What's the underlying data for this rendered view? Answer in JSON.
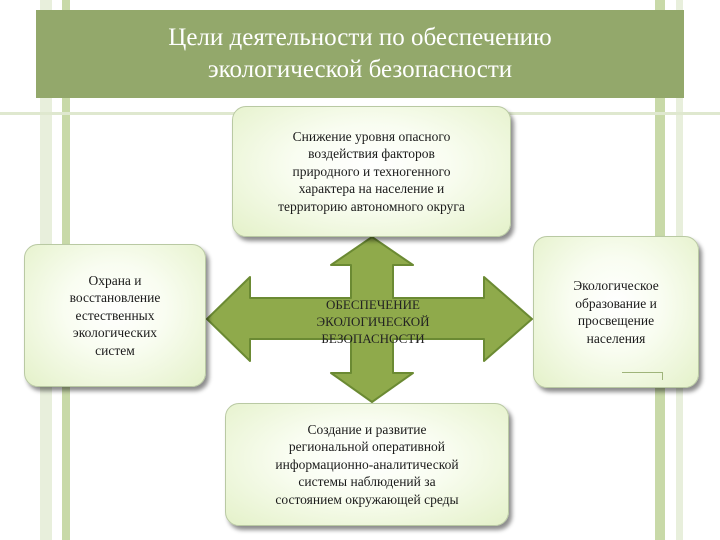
{
  "colors": {
    "title_bg": "#93a86b",
    "title_text": "#ffffff",
    "arrow_fill": "#8faa4b",
    "arrow_stroke": "#6b8a33",
    "stripe_green": "#c8d9a8",
    "stripe_light": "#e8efdc"
  },
  "title": "Цели деятельности по обеспечению\nэкологической безопасности",
  "center": "ОБЕСПЕЧЕНИЕ\nЭКОЛОГИЧЕСКОЙ\nБЕЗОПАСНОСТИ",
  "boxes": {
    "top": "Снижение уровня опасного\nвоздействия факторов\nприродного и техногенного\nхарактера на население и\nтерриторию автономного округа",
    "left": "Охрана и\nвосстановление\nестественных\nэкологических\nсистем",
    "right": "Экологическое\nобразование и\nпросвещение\nнаселения",
    "bottom": "Создание и развитие\nрегиональной оперативной\nинформационно-аналитической\nсистемы наблюдений за\nсостоянием окружающей среды"
  }
}
